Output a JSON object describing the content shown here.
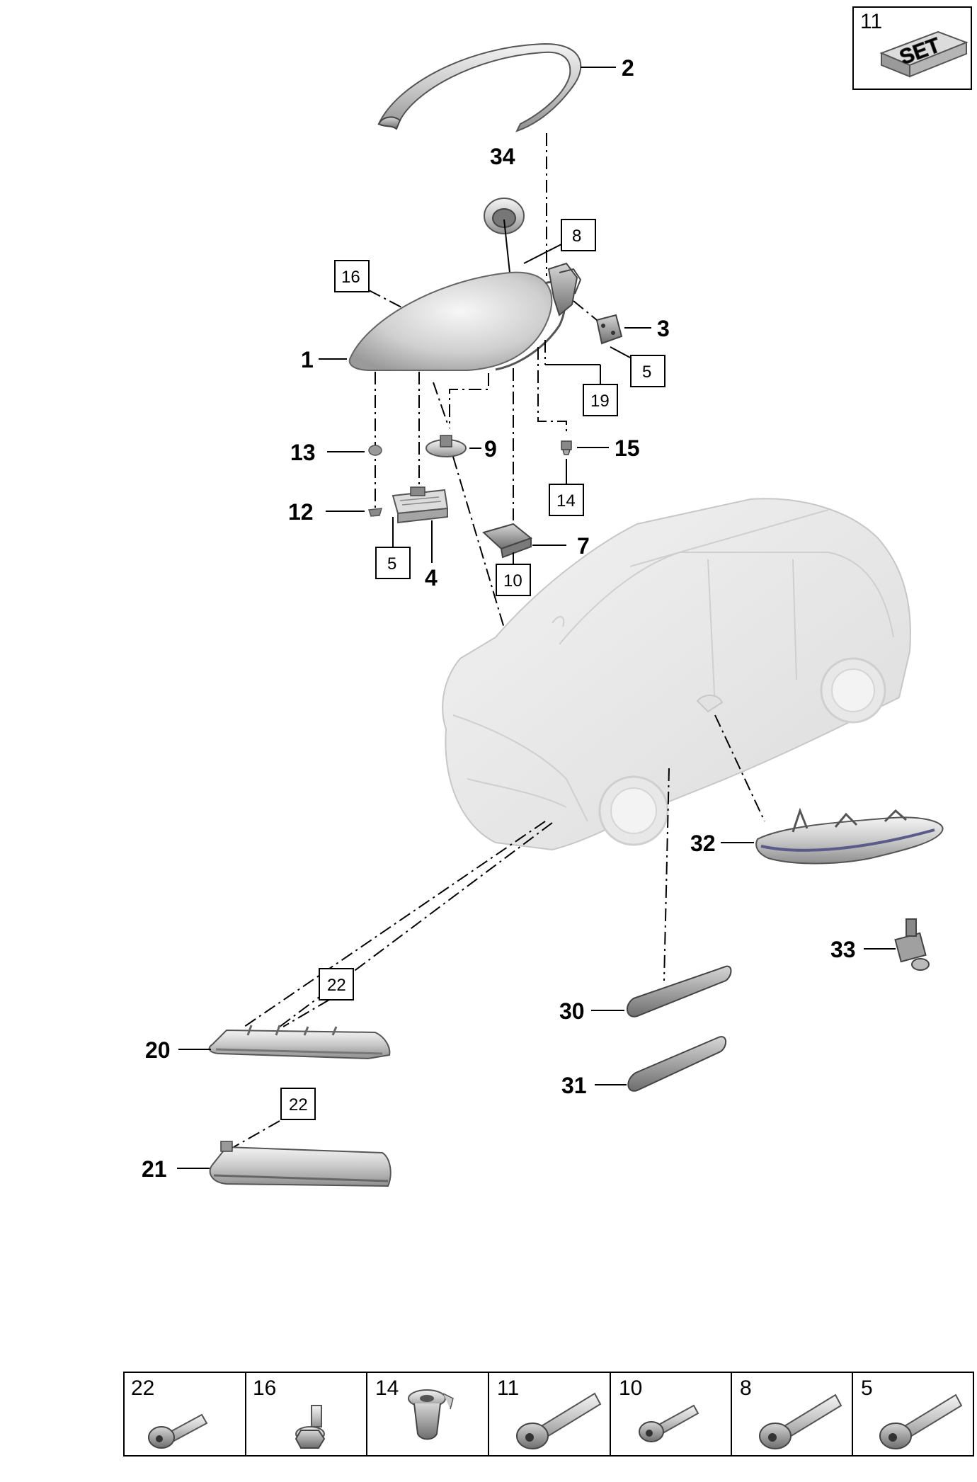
{
  "callouts": {
    "c1": "1",
    "c2": "2",
    "c3": "3",
    "c4": "4",
    "c7": "7",
    "c9": "9",
    "c12": "12",
    "c13": "13",
    "c15": "15",
    "c20": "20",
    "c21": "21",
    "c30": "30",
    "c31": "31",
    "c32": "32",
    "c33": "33",
    "c34": "34"
  },
  "boxed_refs": {
    "b16": "16",
    "b8": "8",
    "b5a": "5",
    "b19": "19",
    "b14": "14",
    "b5b": "5",
    "b10": "10",
    "b22a": "22",
    "b22b": "22"
  },
  "set_box": {
    "number": "11",
    "badge": "SET"
  },
  "fastener_legend": [
    {
      "number": "22",
      "icon": "torx-bolt-short-icon"
    },
    {
      "number": "16",
      "icon": "hex-flange-bolt-icon"
    },
    {
      "number": "14",
      "icon": "expansion-nut-icon"
    },
    {
      "number": "11",
      "icon": "torx-bolt-long-icon"
    },
    {
      "number": "10",
      "icon": "torx-bolt-small-icon"
    },
    {
      "number": "8",
      "icon": "torx-bolt-long-icon"
    },
    {
      "number": "5",
      "icon": "torx-bolt-long-icon"
    }
  ]
}
